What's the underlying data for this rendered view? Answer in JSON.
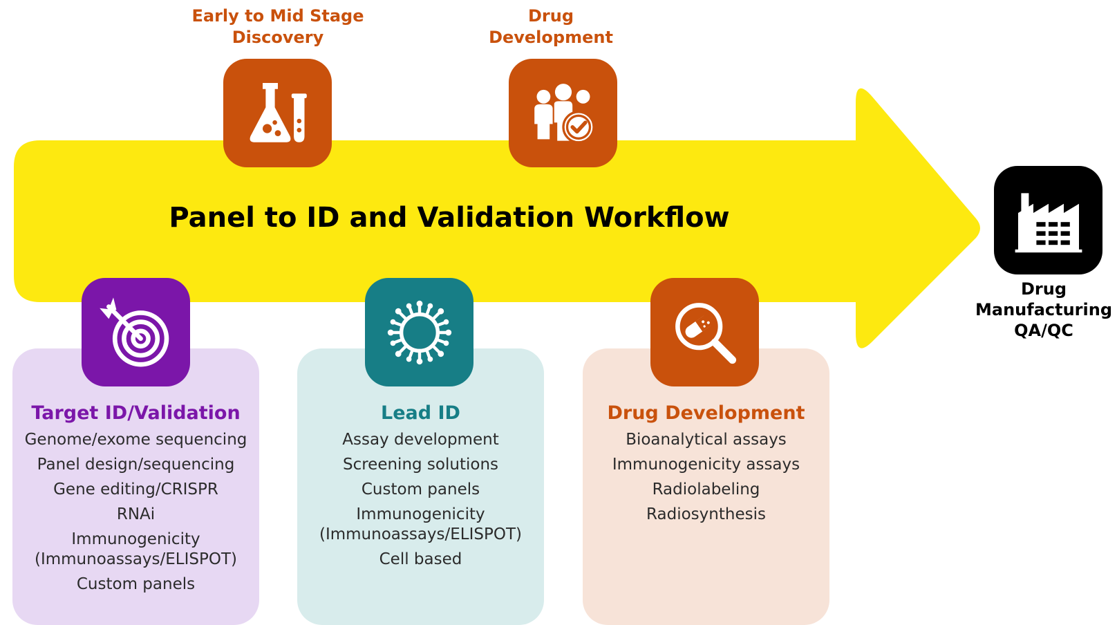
{
  "title": "Panel to ID and Validation Workflow",
  "colors": {
    "arrow": "#fde910",
    "orange": "#c9510c",
    "purple": "#7b16a9",
    "teal": "#177e86",
    "black": "#000000"
  },
  "top_stages": [
    {
      "label": "Early to Mid Stage Discovery",
      "icon": "lab-flask-icon"
    },
    {
      "label": "Drug Development",
      "icon": "people-check-icon"
    }
  ],
  "cards": [
    {
      "title": "Target ID/Validation",
      "icon": "target-dart-icon",
      "items": [
        "Genome/exome sequencing",
        "Panel design/sequencing",
        "Gene editing/CRISPR",
        "RNAi",
        "Immunogenicity (Immunoassays/ELISPOT)",
        "Custom panels"
      ]
    },
    {
      "title": "Lead ID",
      "icon": "virus-icon",
      "items": [
        "Assay development",
        "Screening solutions",
        "Custom panels",
        "Immunogenicity (Immunoassays/ELISPOT)",
        "Cell based"
      ]
    },
    {
      "title": "Drug Development",
      "icon": "magnifier-pill-icon",
      "items": [
        "Bioanalytical assays",
        "Immunogenicity assays",
        "Radiolabeling",
        "Radiosynthesis"
      ]
    }
  ],
  "final_stage": {
    "label": "Drug Manufacturing QA/QC",
    "icon": "factory-icon"
  }
}
